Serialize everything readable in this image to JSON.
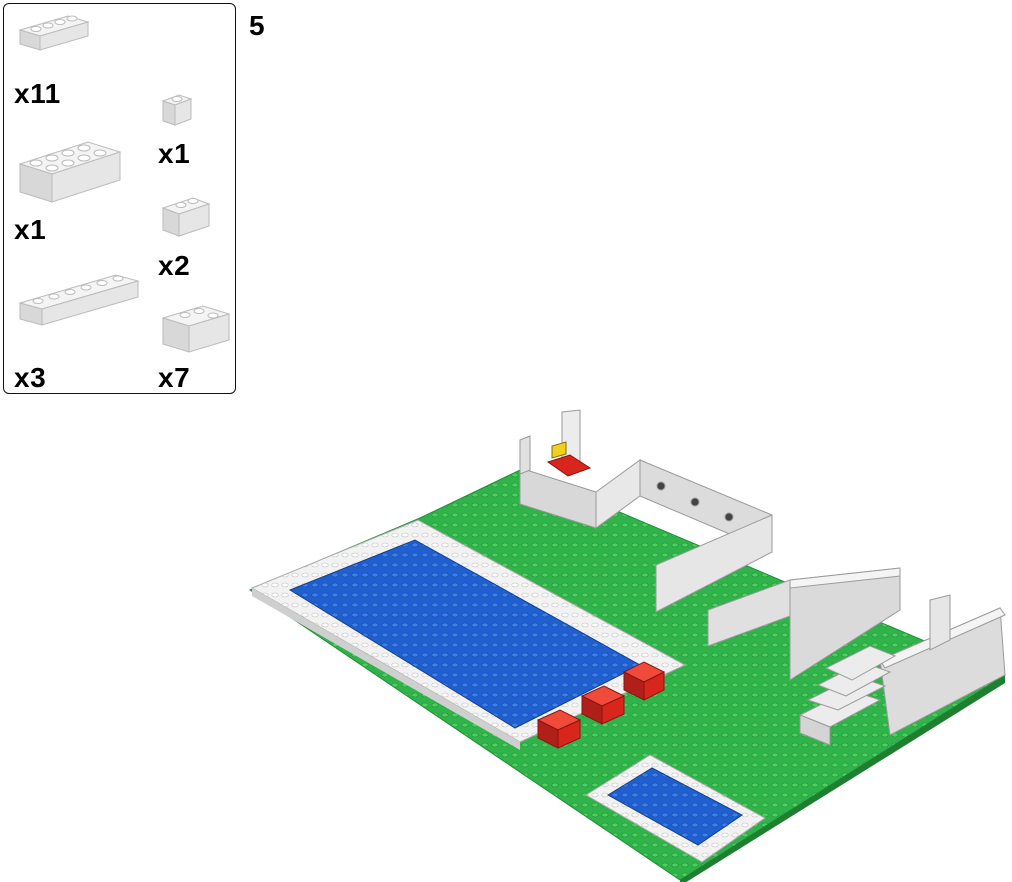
{
  "step": {
    "number": "5"
  },
  "parts": [
    {
      "name": "brick-1x4",
      "qty": "x11"
    },
    {
      "name": "brick-1x1",
      "qty": "x1"
    },
    {
      "name": "brick-2x4",
      "qty": "x1"
    },
    {
      "name": "brick-1x2-a",
      "qty": "x2"
    },
    {
      "name": "brick-1x6",
      "qty": "x3"
    },
    {
      "name": "brick-1x2-b",
      "qty": "x7"
    }
  ],
  "colors": {
    "baseplate_green": "#2fb34a",
    "water_blue": "#1f5fd0",
    "border_white": "#f2f2f2",
    "wall_grey": "#d8d8d8",
    "accent_red": "#d8261c"
  }
}
